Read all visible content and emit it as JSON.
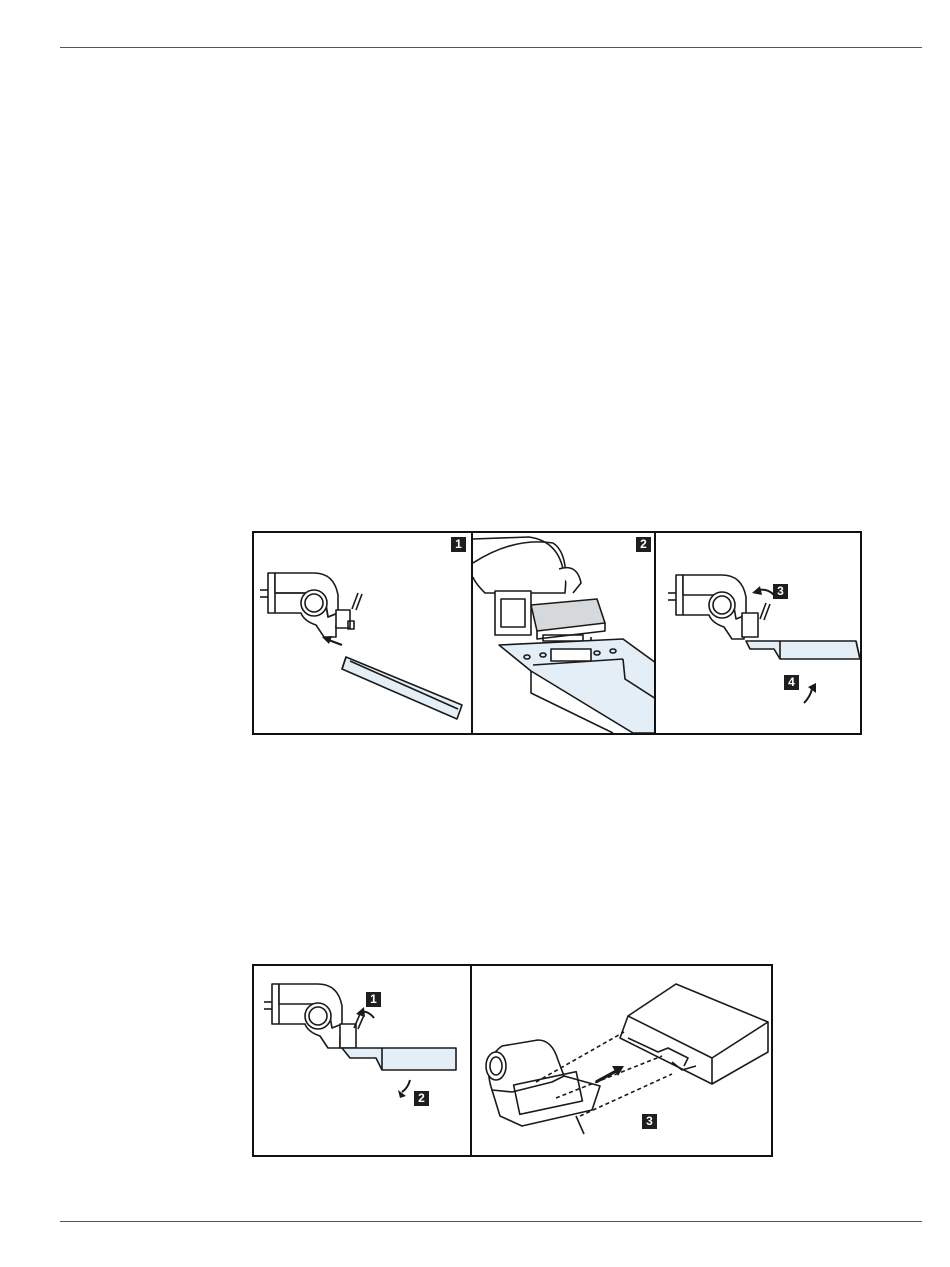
{
  "figure_1": {
    "panels": [
      {
        "badge": "1"
      },
      {
        "badge": "2"
      },
      {
        "badge_a": "3",
        "badge_b": "4"
      }
    ]
  },
  "figure_2": {
    "panels": [
      {
        "badge_a": "1",
        "badge_b": "2"
      },
      {
        "badge": "3"
      }
    ]
  },
  "colors": {
    "line": "#1a1a1a",
    "paddle_fill": "#e4eef7",
    "badge_bg": "#1e1e1e",
    "rule": "#555555"
  }
}
